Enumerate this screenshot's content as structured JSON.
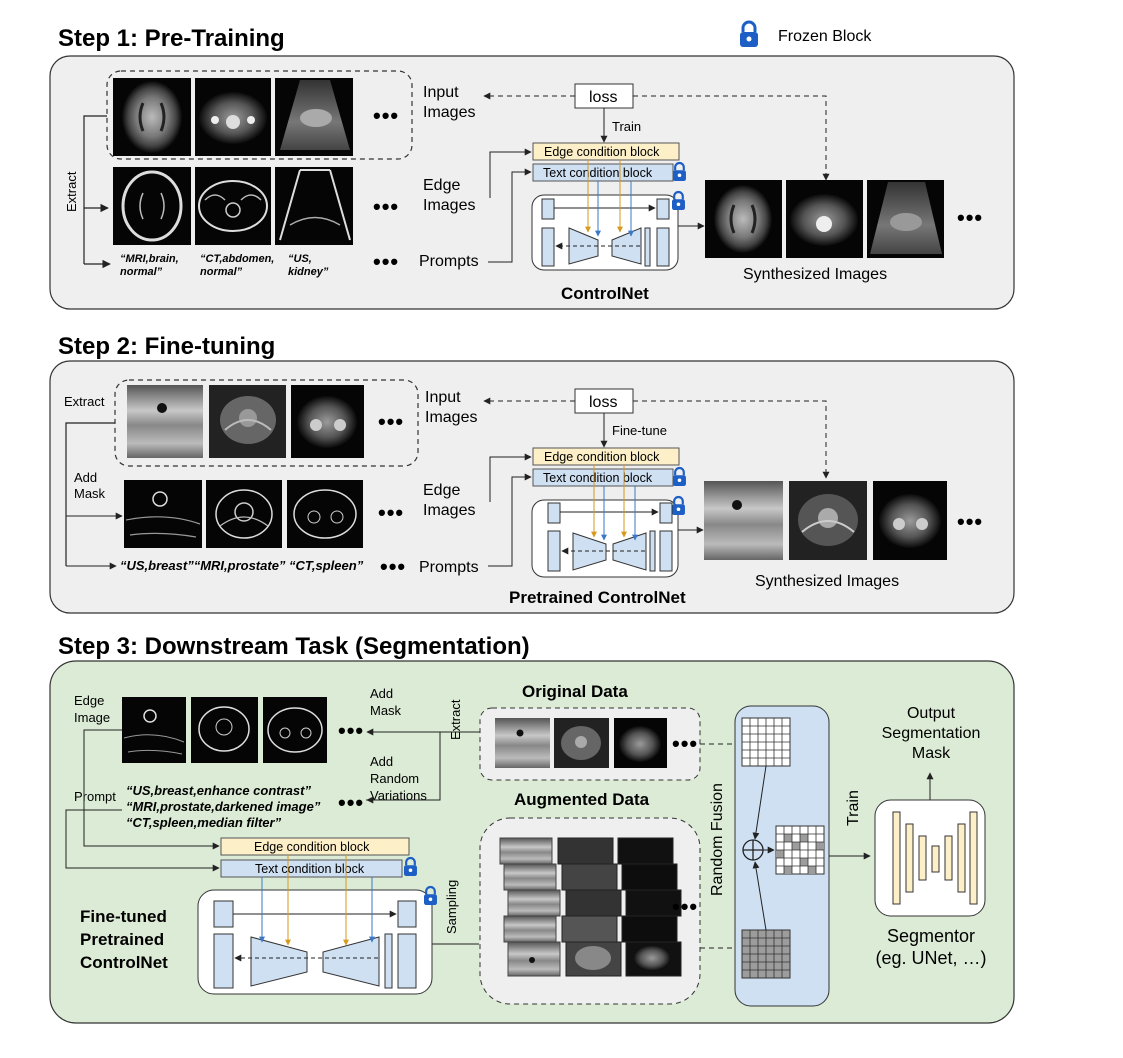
{
  "legend": {
    "frozen_label": "Frozen Block",
    "lock_icon": "lock-icon"
  },
  "colors": {
    "panel_gray": "#efefef",
    "panel_green": "#dcebd6",
    "edge_block": "#fdf0c8",
    "text_block": "#cfe0f3",
    "unet_block": "#cfe0f3",
    "fusion_panel": "#cfe0f3",
    "lock_blue": "#1d5fc4",
    "orange_arrow": "#d89a1e",
    "blue_arrow": "#3b78c9"
  },
  "step1": {
    "title": "Step 1: Pre-Training",
    "extract": "Extract",
    "input_images": [
      "Input",
      "Images"
    ],
    "edge_images": [
      "Edge",
      "Images"
    ],
    "prompts_label": "Prompts",
    "prompts": [
      [
        "“MRI,brain,",
        "normal”"
      ],
      [
        "“CT,abdomen,",
        "normal”"
      ],
      [
        "“US,",
        "kidney”"
      ]
    ],
    "loss": "loss",
    "train": "Train",
    "edge_block": "Edge condition block",
    "text_block": "Text condition block",
    "net_name": "ControlNet",
    "synth": "Synthesized Images",
    "dots": "•••"
  },
  "step2": {
    "title": "Step 2: Fine-tuning",
    "extract": "Extract",
    "add_mask": [
      "Add",
      "Mask"
    ],
    "input_images": [
      "Input",
      "Images"
    ],
    "edge_images": [
      "Edge",
      "Images"
    ],
    "prompts_label": "Prompts",
    "prompts_text": "“US,breast”“MRI,prostate” “CT,spleen”",
    "loss": "loss",
    "finetune": "Fine-tune",
    "edge_block": "Edge condition block",
    "text_block": "Text condition block",
    "net_name": "Pretrained ControlNet",
    "synth": "Synthesized Images",
    "dots": "•••"
  },
  "step3": {
    "title": "Step 3: Downstream Task (Segmentation)",
    "edge_image": [
      "Edge",
      "Image"
    ],
    "prompt": "Prompt",
    "prompt_lines": [
      "“US,breast,enhance contrast”",
      "“MRI,prostate,darkened image”",
      "“CT,spleen,median filter”"
    ],
    "add_mask": [
      "Add",
      "Mask"
    ],
    "add_random": [
      "Add",
      "Random",
      "Variations"
    ],
    "extract": "Extract",
    "original_data": "Original Data",
    "augmented_data": "Augmented Data",
    "sampling": "Sampling",
    "random_fusion": "Random Fusion",
    "train": "Train",
    "output": [
      "Output",
      "Segmentation",
      "Mask"
    ],
    "segmentor": [
      "Segmentor",
      "(eg. UNet, …)"
    ],
    "edge_block": "Edge condition block",
    "text_block": "Text condition block",
    "net_name": [
      "Fine-tuned",
      "Pretrained",
      "ControlNet"
    ],
    "dots": "•••"
  }
}
